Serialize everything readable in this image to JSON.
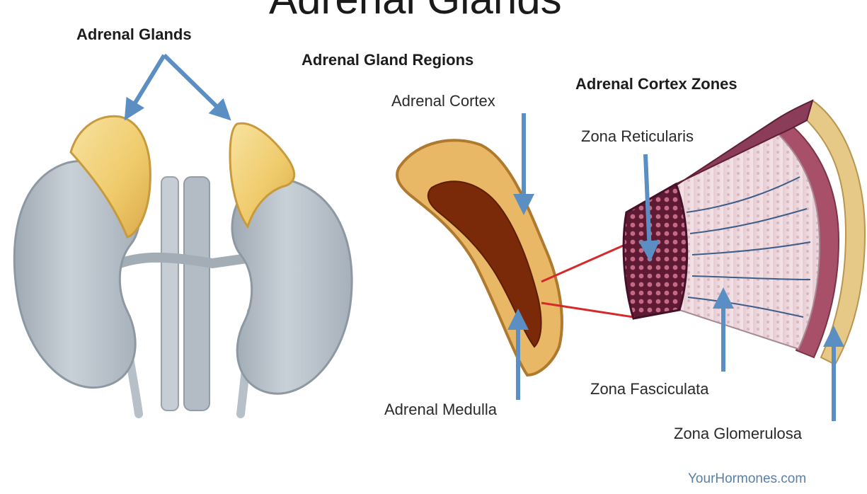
{
  "diagram": {
    "title": "Adrenal Glands",
    "headings": {
      "glands": "Adrenal Glands",
      "regions": "Adrenal Gland Regions",
      "zones": "Adrenal Cortex Zones"
    },
    "labels": {
      "cortex": "Adrenal Cortex",
      "medulla": "Adrenal Medulla",
      "reticularis": "Zona Reticularis",
      "fasciculata": "Zona Fasciculata",
      "glomerulosa": "Zona Glomerulosa"
    },
    "credit": "YourHormones.com",
    "colors": {
      "arrow": "#5b8fc4",
      "kidney": "#b9c3cc",
      "gland": "#f1cf73",
      "medulla": "#7a2a08",
      "zoom_line": "#d62a2a",
      "reticularis": "#6b1f35",
      "fasciculata": "#e9d3d8",
      "glomerulosa": "#a8506a"
    }
  }
}
